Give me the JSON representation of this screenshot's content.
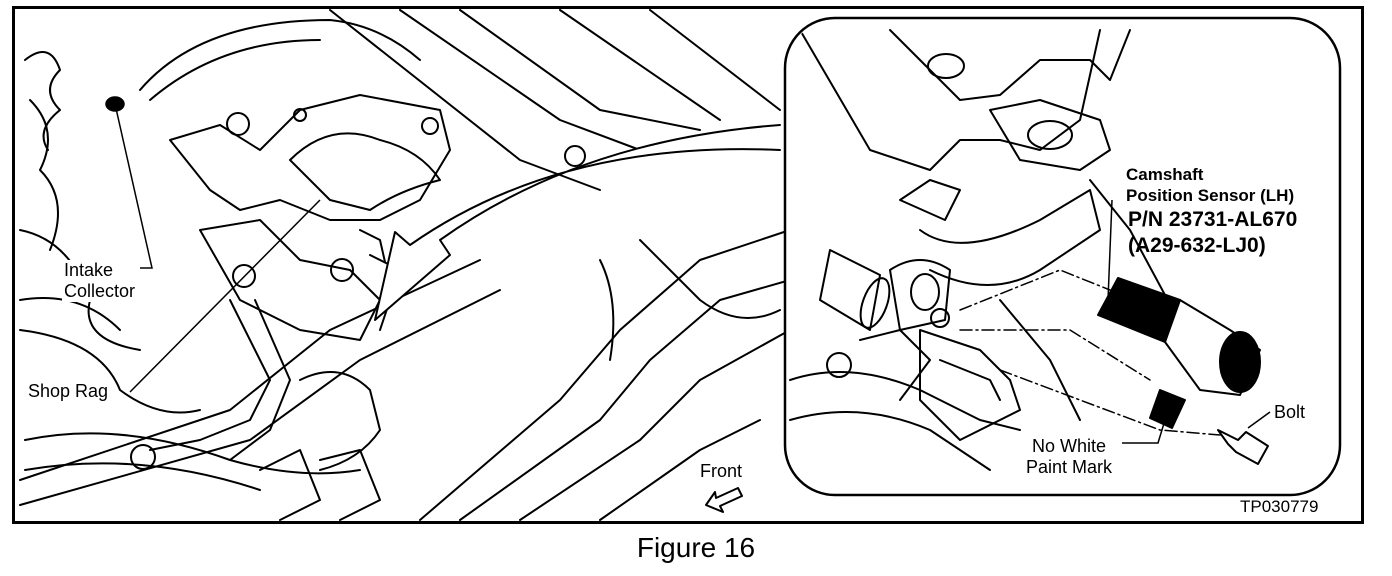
{
  "labels": {
    "intake_collector_line1": "Intake",
    "intake_collector_line2": "Collector",
    "shop_rag": "Shop Rag",
    "front": "Front",
    "sensor_line1": "Camshaft",
    "sensor_line2": "Position Sensor (LH)",
    "part_number": "P/N 23731-AL670",
    "alt_number": "(A29-632-LJ0)",
    "bolt": "Bolt",
    "no_white_line1": "No White",
    "no_white_line2": "Paint Mark"
  },
  "figure_code": "TP030779",
  "caption": "Figure 16"
}
